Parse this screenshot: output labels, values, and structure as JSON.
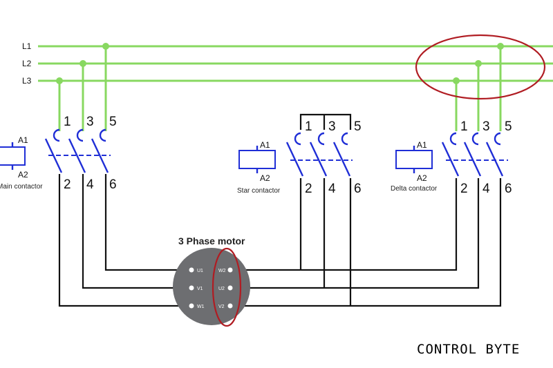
{
  "lines": [
    "L1",
    "L2",
    "L3"
  ],
  "contactor_terminals": {
    "top": [
      "1",
      "3",
      "5"
    ],
    "bottom": [
      "2",
      "4",
      "6"
    ]
  },
  "coil_terminals": {
    "a1": "A1",
    "a2": "A2"
  },
  "contactors": {
    "main": "Main contactor",
    "star": "Star contactor",
    "delta": "Delta contactor"
  },
  "motor": {
    "title": "3 Phase motor",
    "left_terminals": [
      "U1",
      "V1",
      "W1"
    ],
    "right_terminals": [
      "W2",
      "U2",
      "V2"
    ],
    "body_color": "#6d6e71"
  },
  "brand": "CONTROL BYTE",
  "colors": {
    "supply": "#88d860",
    "contacts": "#1f2ed6",
    "wires": "#111111",
    "highlight": "#b01c22"
  }
}
